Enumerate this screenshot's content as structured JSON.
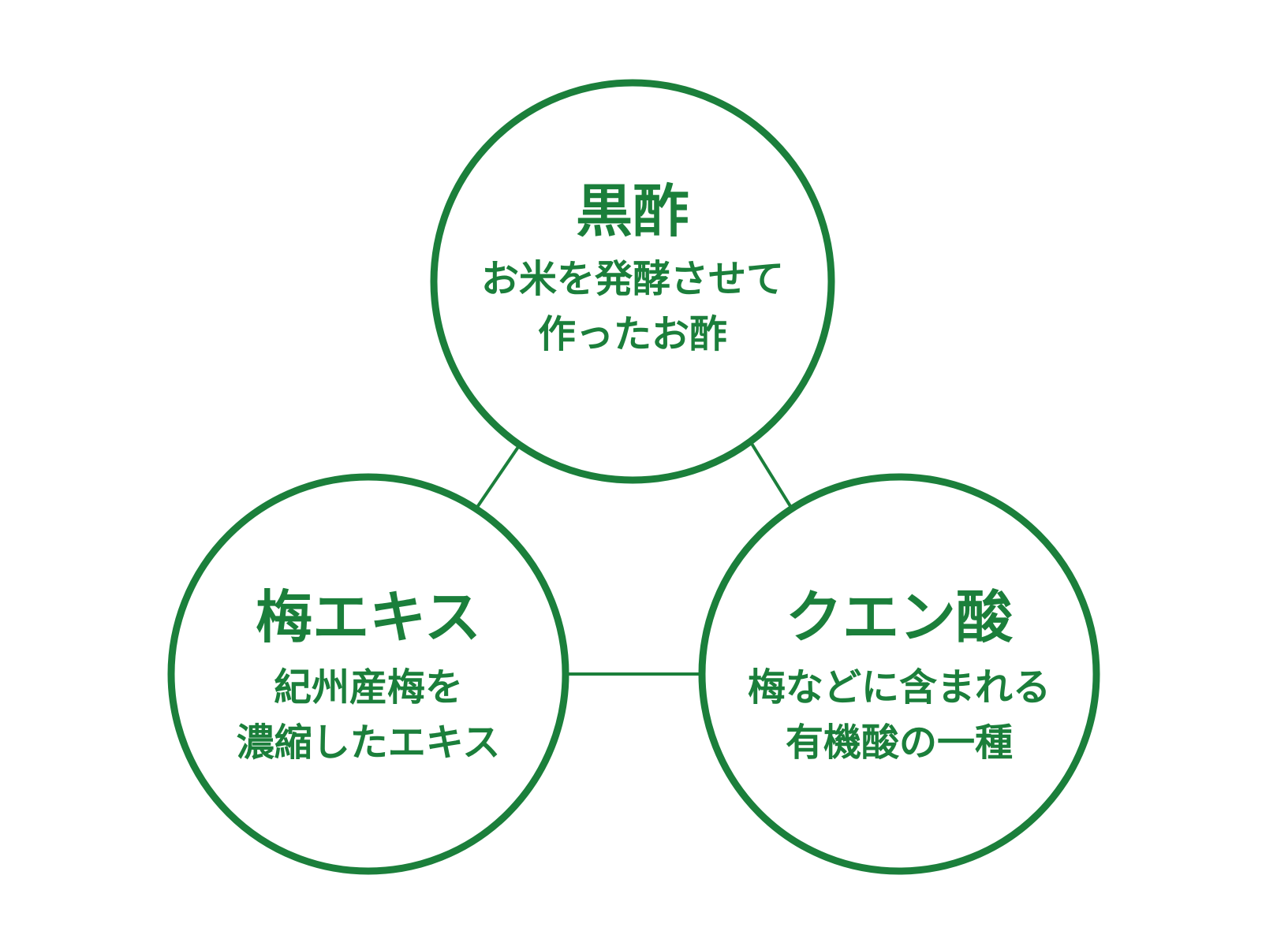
{
  "colors": {
    "accent": "#1b7f3b",
    "background": "#ffffff"
  },
  "nodes": {
    "kurozu": {
      "title": "黒酢",
      "line1": "お米を発酵させて",
      "line2": "作ったお酢"
    },
    "ume": {
      "title": "梅エキス",
      "line1": "紀州産梅を",
      "line2": "濃縮したエキス"
    },
    "kuensan": {
      "title": "クエン酸",
      "line1": "梅などに含まれる",
      "line2": "有機酸の一種"
    }
  }
}
